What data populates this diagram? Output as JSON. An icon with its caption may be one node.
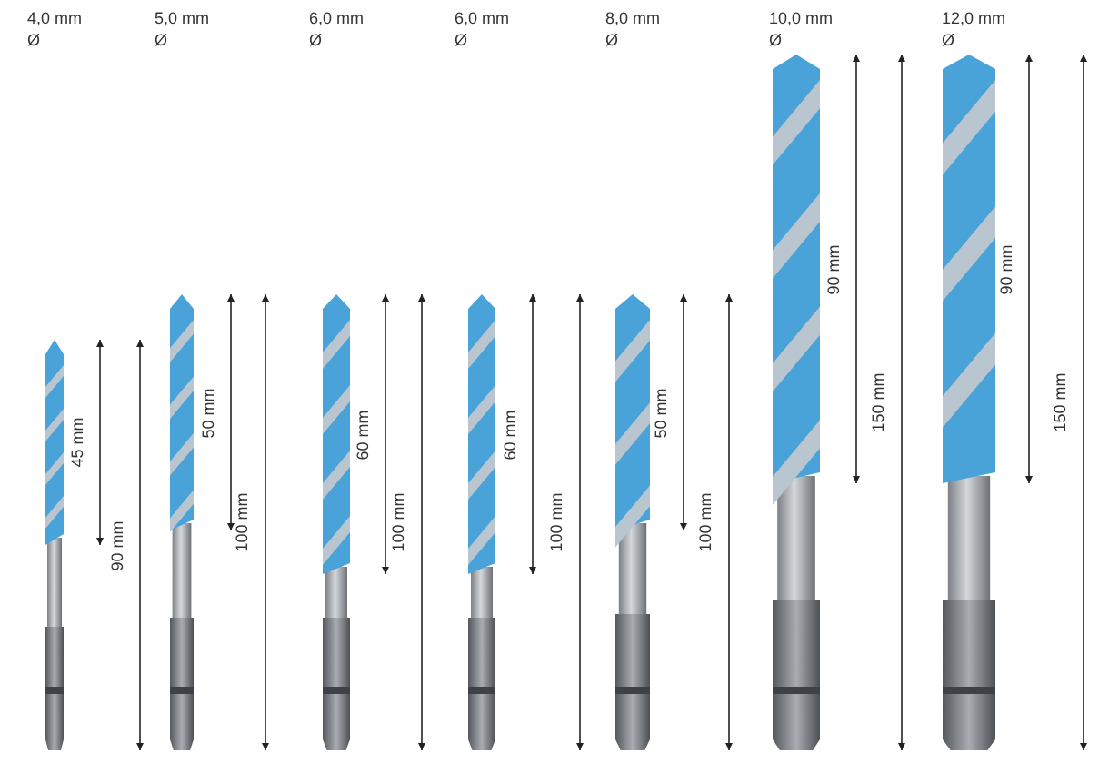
{
  "diagram": {
    "labels": [
      "4,0 mm",
      "Ø",
      "5,0 mm",
      "Ø",
      "6,0 mm",
      "Ø",
      "6,0 mm",
      "Ø",
      "8,0 mm",
      "Ø",
      "10,0 mm",
      "Ø",
      "12,0 mm",
      "Ø",
      "45 mm",
      "90 mm",
      "50 mm",
      "100 mm",
      "60 mm",
      "100 mm",
      "60 mm",
      "100 mm",
      "50 mm",
      "100 mm",
      "90 mm",
      "150 mm",
      "90 mm",
      "150 mm"
    ]
  }
}
